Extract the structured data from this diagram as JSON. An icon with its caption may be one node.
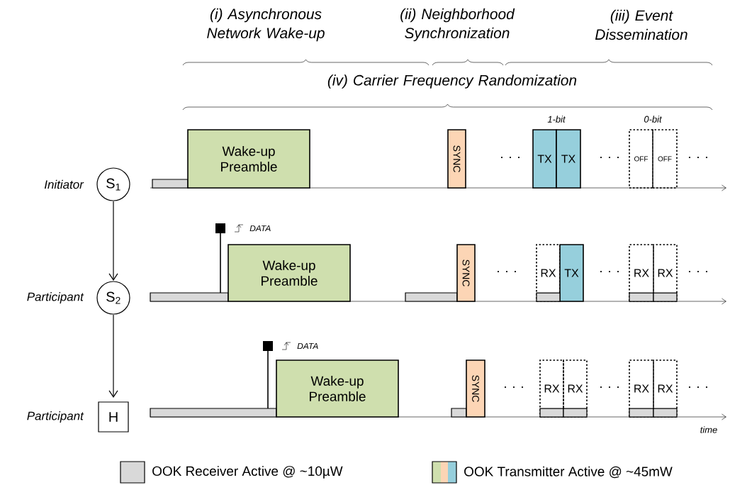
{
  "diagram": {
    "nodes": [
      {
        "text": [
          "S$_{1}$"
        ],
        "beside": [
          "Initiator"
        ]
      },
      {
        "text": [
          "S$_{2}$"
        ],
        "beside": [
          "Participant"
        ]
      },
      {
        "text": [
          "H"
        ],
        "beside": [
          "Participant"
        ]
      },
      {
        "text": [
          "Wake-up Preamble"
        ]
      },
      {
        "text": [
          "SYNC"
        ]
      },
      {
        "text": [
          "TX"
        ]
      },
      {
        "text": [
          "TX"
        ]
      },
      {
        "text": [
          "OFF"
        ]
      },
      {
        "text": [
          "OFF"
        ]
      },
      {
        "text": [
          "Wake-up Preamble"
        ]
      },
      {
        "text": [
          "SYNC"
        ]
      },
      {
        "text": [
          "RX"
        ]
      },
      {
        "text": [
          "TX"
        ]
      },
      {
        "text": [
          "RX"
        ]
      },
      {
        "text": [
          "RX"
        ]
      },
      {
        "text": [
          "Wake-up Preamble"
        ]
      },
      {
        "text": [
          "SYNC"
        ]
      },
      {
        "text": [
          "RX"
        ]
      },
      {
        "text": [
          "RX"
        ]
      },
      {
        "text": [
          "RX"
        ]
      },
      {
        "text": [
          "RX"
        ]
      },
      {
        "text": [],
        "shape": "bar"
      },
      {
        "text": [],
        "shape": "bar"
      },
      {
        "text": [],
        "shape": "bar"
      },
      {
        "text": [],
        "shape": "bar",
        "in": 11
      },
      {
        "text": [],
        "shape": "bar",
        "in": 13
      },
      {
        "text": [],
        "shape": "bar",
        "in": 14
      },
      {
        "text": [],
        "shape": "bar"
      },
      {
        "text": [],
        "shape": "bar"
      },
      {
        "text": [],
        "shape": "bar",
        "in": 17
      },
      {
        "text": [],
        "shape": "bar",
        "in": 18
      },
      {
        "text": [],
        "shape": "bar",
        "in": 19
      },
      {
        "text": [],
        "shape": "bar",
        "in": 20
      }
    ],
    "edges": [
      {
        "from": 0,
        "to": 1,
        "arrow": "to"
      },
      {
        "from": 1,
        "to": 2,
        "arrow": "to"
      }
    ],
    "labels": [
      "(i) Asynchronous Network Wake-up",
      "(ii) Neighborhood Synchronization",
      "(iii) Event Dissemination",
      "(iv) Carrier Frequency Randomization",
      "1-bit",
      "0-bit",
      "DATA",
      "DATA",
      "time"
    ],
    "legend": [
      {
        "text": "OOK Receiver Active @ ~10µW",
        "color": "#d9d9d9"
      },
      {
        "text": "OOK Transmitter Active @ ~45mW"
      }
    ]
  }
}
